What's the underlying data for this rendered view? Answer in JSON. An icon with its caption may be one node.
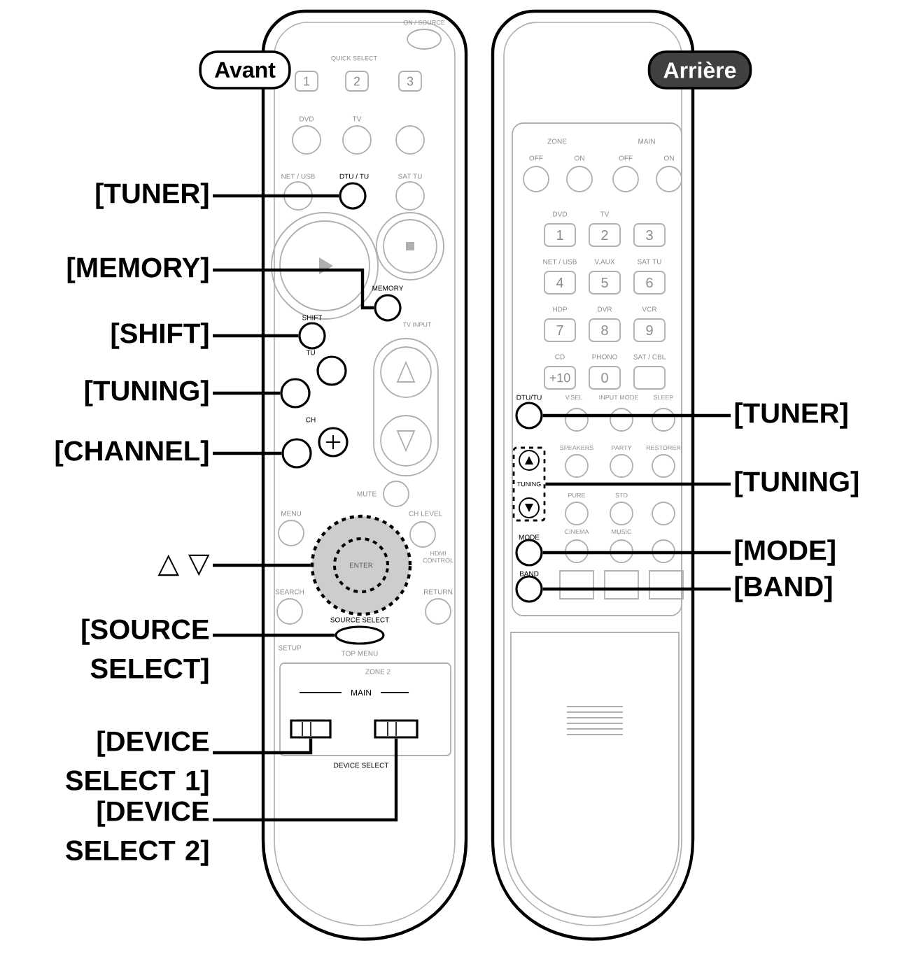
{
  "diagram": {
    "nodes": [
      {
        "text": [
          "Avant"
        ]
      },
      {
        "text": [
          "Arrière"
        ]
      },
      {
        "text": [
          "[TUNER]"
        ]
      },
      {
        "text": [
          "[MEMORY]"
        ]
      },
      {
        "text": [
          "[SHIFT]"
        ]
      },
      {
        "text": [
          "[TUNING]"
        ]
      },
      {
        "text": [
          "[CHANNEL]"
        ]
      },
      {
        "text": [
          "△ ▽"
        ]
      },
      {
        "text": [
          "[SOURCE SELECT]"
        ]
      },
      {
        "text": [
          "[DEVICE SELECT 1]"
        ]
      },
      {
        "text": [
          "[DEVICE SELECT 2]"
        ]
      },
      {
        "text": [
          "[TUNER]"
        ]
      },
      {
        "text": [
          "[TUNING]"
        ]
      },
      {
        "text": [
          "[MODE]"
        ]
      },
      {
        "text": [
          "[BAND]"
        ]
      },
      {
        "text": [],
        "shape": "circle",
        "beside": [
          "DTU / TU"
        ]
      },
      {
        "text": [],
        "shape": "circle",
        "beside": [
          "MEMORY"
        ]
      },
      {
        "text": [],
        "shape": "circle",
        "beside": [
          "SHIFT"
        ]
      },
      {
        "text": [],
        "shape": "circle"
      },
      {
        "text": [],
        "shape": "circle"
      },
      {
        "text": [],
        "shape": "circle"
      },
      {
        "text": [],
        "shape": "ellipse",
        "beside": [
          "SOURCE SELECT"
        ]
      },
      {
        "text": [],
        "shape": "box"
      },
      {
        "text": [],
        "shape": "box"
      },
      {
        "text": [],
        "shape": "circle",
        "beside": [
          "DTU/TU"
        ]
      },
      {
        "text": [
          "TUNING"
        ]
      },
      {
        "text": [],
        "shape": "circle",
        "beside": [
          "MODE"
        ]
      },
      {
        "text": [],
        "shape": "circle",
        "beside": [
          "BAND"
        ]
      }
    ],
    "edges": [
      {
        "from": 2,
        "to": 15,
        "arrow": "none"
      },
      {
        "from": 3,
        "to": 16,
        "arrow": "none"
      },
      {
        "from": 4,
        "to": 17,
        "arrow": "none"
      },
      {
        "from": 5,
        "to": 18,
        "arrow": "none"
      },
      {
        "from": 6,
        "to": 19,
        "arrow": "none"
      },
      {
        "from": 7,
        "to": 20,
        "arrow": "none"
      },
      {
        "from": 8,
        "to": 21,
        "arrow": "none"
      },
      {
        "from": 9,
        "to": 22,
        "arrow": "none"
      },
      {
        "from": 10,
        "to": 23,
        "arrow": "none"
      },
      {
        "from": 11,
        "to": 24,
        "arrow": "none"
      },
      {
        "from": 12,
        "to": 25,
        "arrow": "none"
      },
      {
        "from": 13,
        "to": 26,
        "arrow": "none"
      },
      {
        "from": 14,
        "to": 27,
        "arrow": "none"
      }
    ],
    "labels": [
      "ON / SOURCE",
      "QUICK SELECT",
      "1",
      "2",
      "3",
      "DVD",
      "TV",
      "NET / USB",
      "SAT TU",
      "TV INPUT",
      "MUTE",
      "MENU",
      "CH LEVEL",
      "HDMI CONTROL",
      "ENTER",
      "SEARCH",
      "RETURN",
      "SETUP",
      "TOP MENU",
      "ZONE 2",
      "MAIN",
      "DEVICE SELECT",
      "ZONE",
      "MAIN",
      "OFF",
      "ON",
      "OFF",
      "ON",
      "DVD",
      "TV",
      "1",
      "2",
      "3",
      "NET / USB",
      "V.AUX",
      "SAT TU",
      "4",
      "5",
      "6",
      "HDP",
      "DVR",
      "VCR",
      "7",
      "8",
      "9",
      "CD",
      "PHONO",
      "SAT / CBL",
      "+10",
      "0",
      "V.SEL",
      "INPUT MODE",
      "SLEEP",
      "SPEAKERS",
      "PARTY",
      "RESTORER",
      "PURE",
      "STD",
      "CINEMA",
      "MUSIC",
      "TU",
      "CH"
    ]
  }
}
